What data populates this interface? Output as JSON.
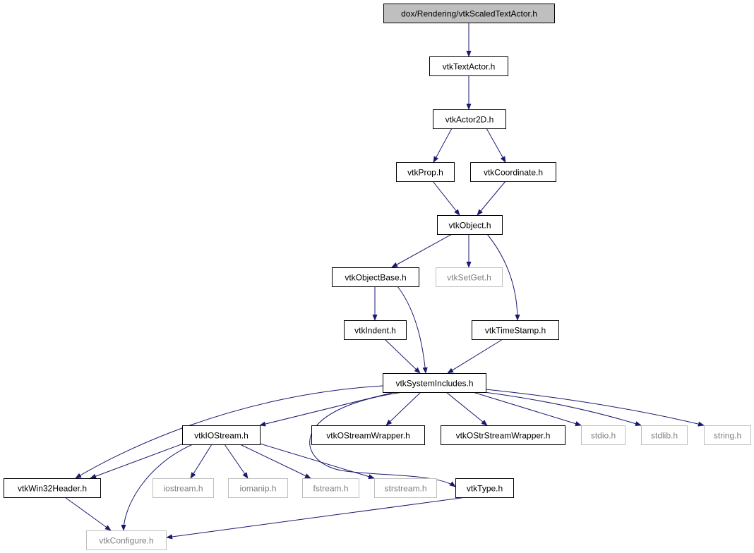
{
  "graph": {
    "colors": {
      "edge": "#191970",
      "node_border": "#000000",
      "external_border": "#bfbfbf",
      "external_text": "#808080",
      "root_fill": "#bfbfbf",
      "text": "#000000"
    },
    "nodes": [
      {
        "id": "root",
        "label": "dox/Rendering/vtkScaledTextActor.h",
        "kind": "root"
      },
      {
        "id": "textactor",
        "label": "vtkTextActor.h",
        "kind": "internal"
      },
      {
        "id": "actor2d",
        "label": "vtkActor2D.h",
        "kind": "internal"
      },
      {
        "id": "prop",
        "label": "vtkProp.h",
        "kind": "internal"
      },
      {
        "id": "coordinate",
        "label": "vtkCoordinate.h",
        "kind": "internal"
      },
      {
        "id": "object",
        "label": "vtkObject.h",
        "kind": "internal"
      },
      {
        "id": "objectbase",
        "label": "vtkObjectBase.h",
        "kind": "internal"
      },
      {
        "id": "setget",
        "label": "vtkSetGet.h",
        "kind": "external"
      },
      {
        "id": "indent",
        "label": "vtkIndent.h",
        "kind": "internal"
      },
      {
        "id": "timestamp",
        "label": "vtkTimeStamp.h",
        "kind": "internal"
      },
      {
        "id": "sysincludes",
        "label": "vtkSystemIncludes.h",
        "kind": "internal"
      },
      {
        "id": "iostream_vtk",
        "label": "vtkIOStream.h",
        "kind": "internal"
      },
      {
        "id": "ostreamwrapper",
        "label": "vtkOStreamWrapper.h",
        "kind": "internal"
      },
      {
        "id": "ostrstreamwrapper",
        "label": "vtkOStrStreamWrapper.h",
        "kind": "internal"
      },
      {
        "id": "stdio",
        "label": "stdio.h",
        "kind": "external"
      },
      {
        "id": "stdlib",
        "label": "stdlib.h",
        "kind": "external"
      },
      {
        "id": "string",
        "label": "string.h",
        "kind": "external"
      },
      {
        "id": "win32header",
        "label": "vtkWin32Header.h",
        "kind": "internal"
      },
      {
        "id": "iostream",
        "label": "iostream.h",
        "kind": "external"
      },
      {
        "id": "iomanip",
        "label": "iomanip.h",
        "kind": "external"
      },
      {
        "id": "fstream",
        "label": "fstream.h",
        "kind": "external"
      },
      {
        "id": "strstream",
        "label": "strstream.h",
        "kind": "external"
      },
      {
        "id": "type",
        "label": "vtkType.h",
        "kind": "internal"
      },
      {
        "id": "configure",
        "label": "vtkConfigure.h",
        "kind": "external"
      }
    ],
    "edges": [
      {
        "from": "root",
        "to": "textactor"
      },
      {
        "from": "textactor",
        "to": "actor2d"
      },
      {
        "from": "actor2d",
        "to": "prop"
      },
      {
        "from": "actor2d",
        "to": "coordinate"
      },
      {
        "from": "prop",
        "to": "object"
      },
      {
        "from": "coordinate",
        "to": "object"
      },
      {
        "from": "object",
        "to": "objectbase"
      },
      {
        "from": "object",
        "to": "setget"
      },
      {
        "from": "object",
        "to": "timestamp"
      },
      {
        "from": "objectbase",
        "to": "indent"
      },
      {
        "from": "objectbase",
        "to": "sysincludes"
      },
      {
        "from": "indent",
        "to": "sysincludes"
      },
      {
        "from": "timestamp",
        "to": "sysincludes"
      },
      {
        "from": "sysincludes",
        "to": "iostream_vtk"
      },
      {
        "from": "sysincludes",
        "to": "ostreamwrapper"
      },
      {
        "from": "sysincludes",
        "to": "ostrstreamwrapper"
      },
      {
        "from": "sysincludes",
        "to": "stdio"
      },
      {
        "from": "sysincludes",
        "to": "stdlib"
      },
      {
        "from": "sysincludes",
        "to": "string"
      },
      {
        "from": "sysincludes",
        "to": "win32header"
      },
      {
        "from": "sysincludes",
        "to": "type"
      },
      {
        "from": "iostream_vtk",
        "to": "win32header"
      },
      {
        "from": "iostream_vtk",
        "to": "iostream"
      },
      {
        "from": "iostream_vtk",
        "to": "iomanip"
      },
      {
        "from": "iostream_vtk",
        "to": "fstream"
      },
      {
        "from": "iostream_vtk",
        "to": "strstream"
      },
      {
        "from": "iostream_vtk",
        "to": "configure"
      },
      {
        "from": "win32header",
        "to": "configure"
      },
      {
        "from": "type",
        "to": "configure"
      }
    ]
  }
}
